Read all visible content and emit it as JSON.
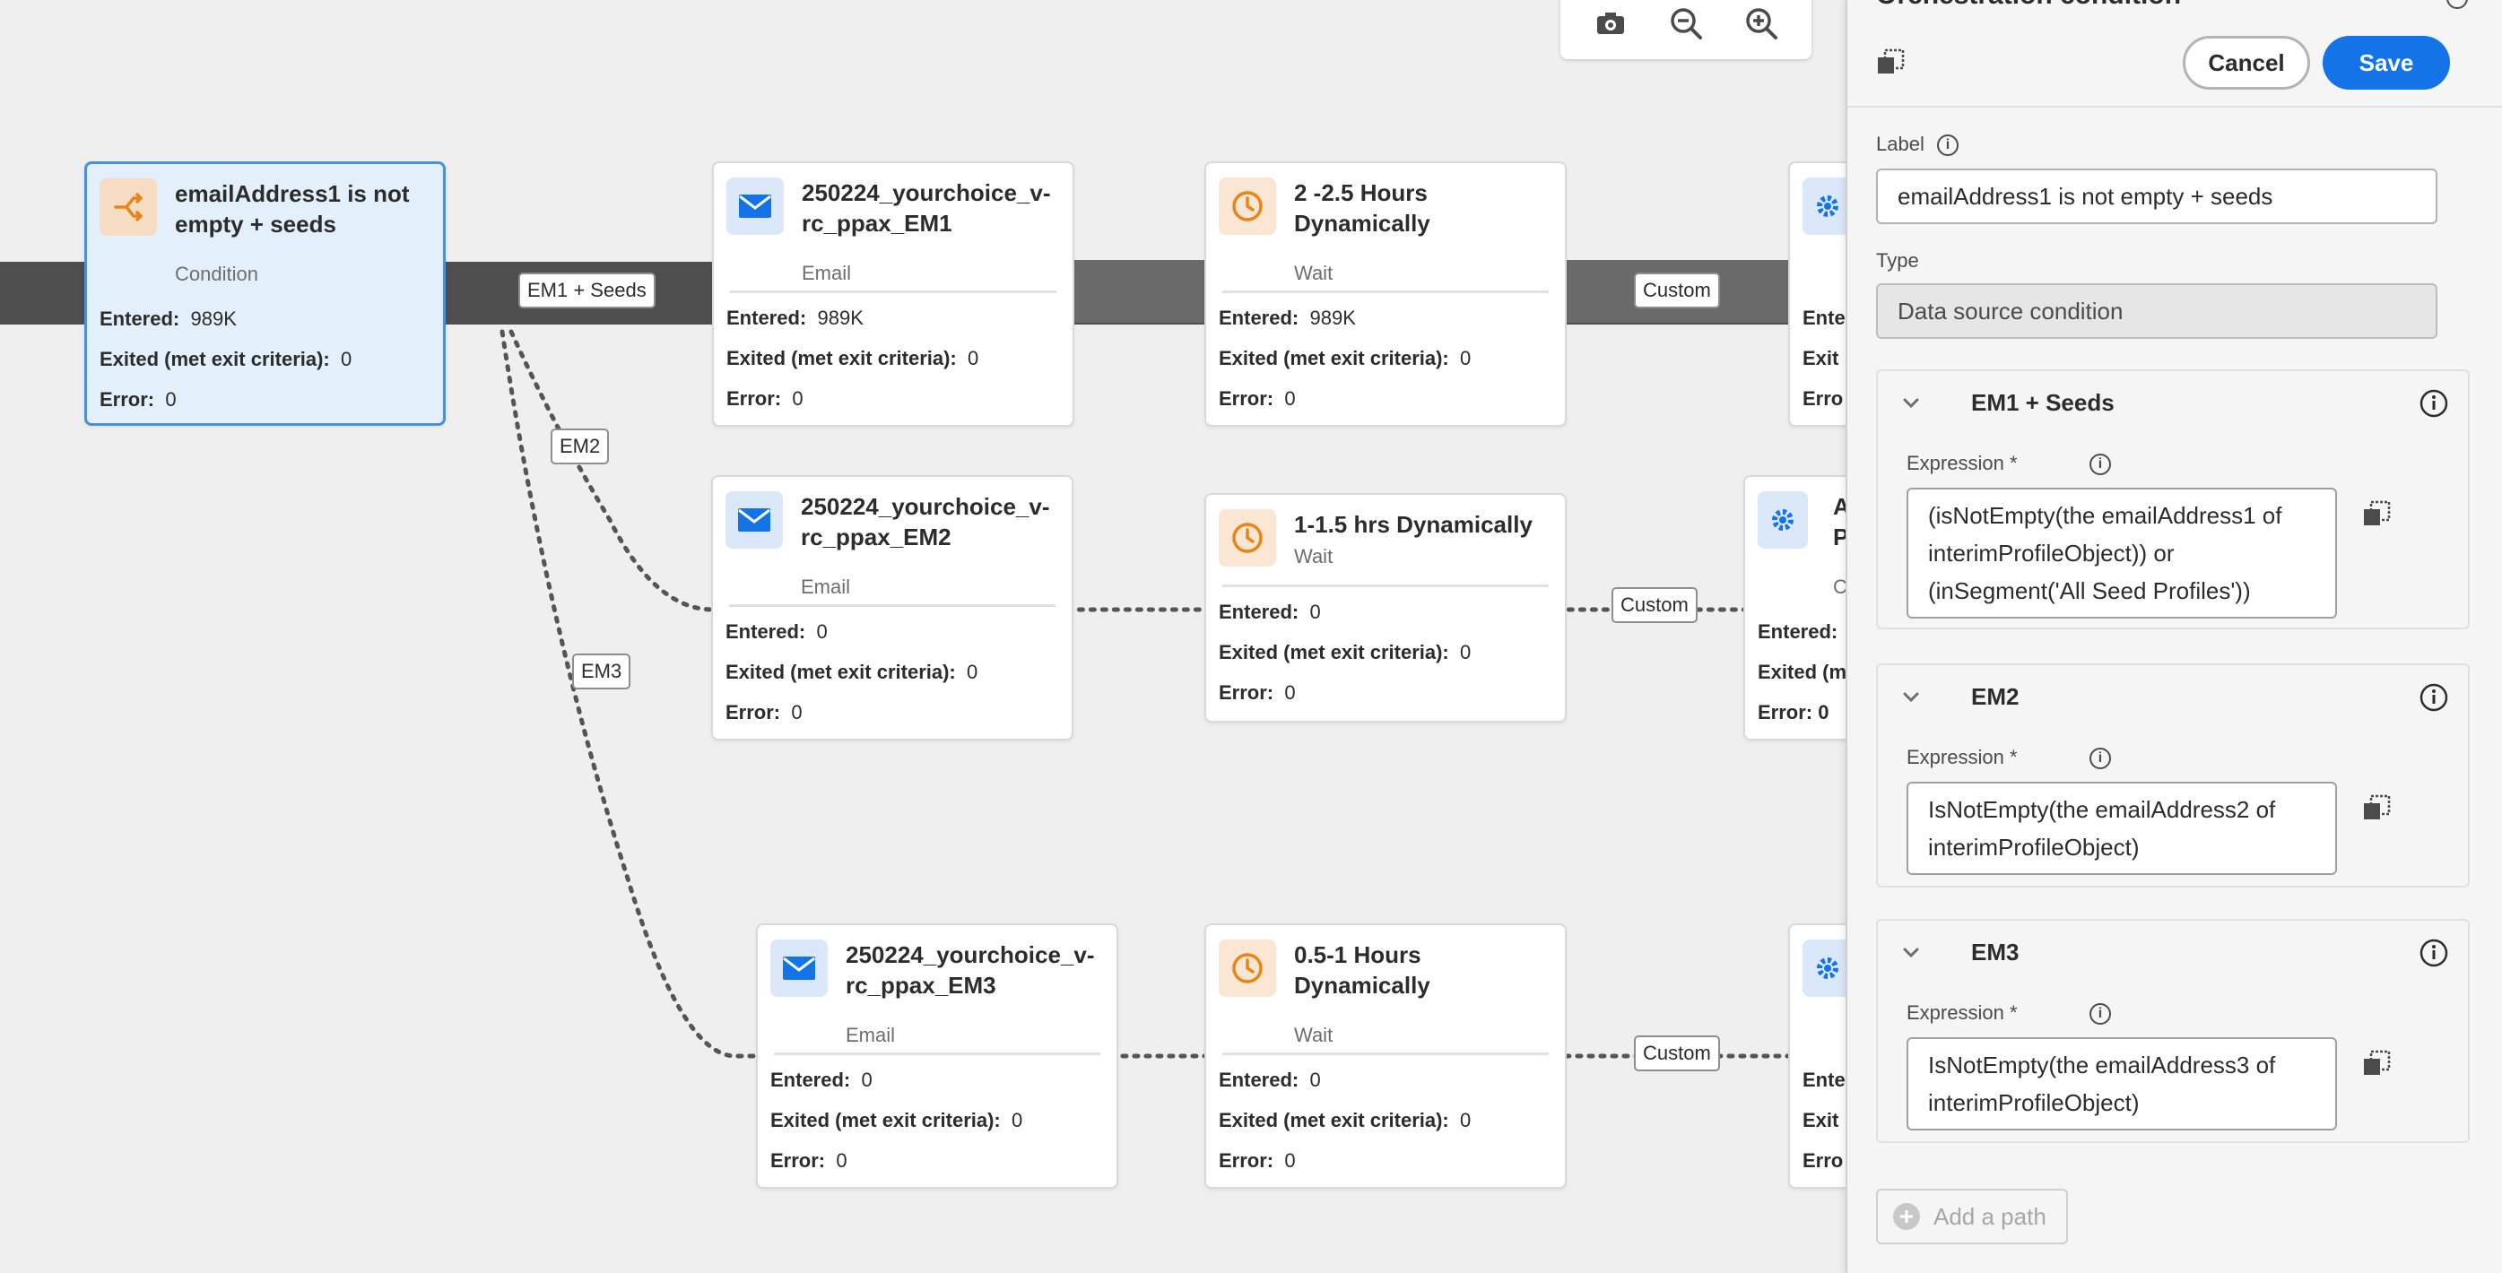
{
  "toolbar": {
    "icons": [
      "camera-icon",
      "zoom-out-icon",
      "zoom-in-icon"
    ]
  },
  "canvas": {
    "edge_labels": {
      "em1_seeds": "EM1 + Seeds",
      "em2": "EM2",
      "em3": "EM3",
      "custom": "Custom"
    },
    "condition_node": {
      "title": "emailAddress1 is not\nempty  + seeds",
      "type": "Condition",
      "entered_label": "Entered:",
      "entered": "989K",
      "exited_label": "Exited (met exit criteria):",
      "exited": "0",
      "error_label": "Error:",
      "error": "0"
    },
    "email1": {
      "title": "250224_yourchoice_v-\nrc_ppax_EM1",
      "type": "Email",
      "entered": "989K",
      "exited": "0",
      "error": "0"
    },
    "wait1": {
      "title": "2 -2.5 Hours\nDynamically",
      "type": "Wait",
      "entered": "989K",
      "exited": "0",
      "error": "0"
    },
    "email2": {
      "title": "250224_yourchoice_v-\nrc_ppax_EM2",
      "type": "Email",
      "entered": "0",
      "exited": "0",
      "error": "0"
    },
    "wait2": {
      "title": "1-1.5 hrs Dynamically",
      "type": "Wait",
      "entered": "0",
      "exited": "0",
      "error": "0"
    },
    "email3": {
      "title": "250224_yourchoice_v-\nrc_ppax_EM3",
      "type": "Email",
      "entered": "0",
      "exited": "0",
      "error": "0"
    },
    "wait3": {
      "title": "0.5-1  Hours\nDynamically",
      "type": "Wait",
      "entered": "0",
      "exited": "0",
      "error": "0"
    },
    "partial_row1": {
      "entered": "Ente",
      "exited": "Exit",
      "error": "Erro"
    },
    "partial_row2": {
      "title": "A\nP",
      "type": "C",
      "entered": "Entered:",
      "exited": "Exited (m",
      "error": "Error:  0"
    },
    "partial_row3": {
      "entered": "Ente",
      "exited": "Exit",
      "error": "Erro"
    }
  },
  "panel": {
    "title": "Orchestration condition",
    "cancel_label": "Cancel",
    "save_label": "Save",
    "label_field_label": "Label",
    "label_value": "emailAddress1 is not empty  + seeds",
    "type_label": "Type",
    "type_value": "Data source condition",
    "expression_label": "Expression",
    "required_mark": "*",
    "paths": [
      {
        "name": "EM1 + Seeds",
        "expression": "(isNotEmpty(the emailAddress1 of\ninterimProfileObject)) or\n(inSegment('All Seed Profiles'))"
      },
      {
        "name": "EM2",
        "expression": "IsNotEmpty(the emailAddress2 of\ninterimProfileObject)"
      },
      {
        "name": "EM3",
        "expression": "IsNotEmpty(the emailAddress3 of\ninterimProfileObject)"
      }
    ],
    "add_path_label": "Add a path"
  },
  "colors": {
    "accent": "#1473e6",
    "selected_bg": "#e3f0fb",
    "email_icon": "#1473e6",
    "wait_icon": "#e68619",
    "condition_icon": "#e68619"
  }
}
